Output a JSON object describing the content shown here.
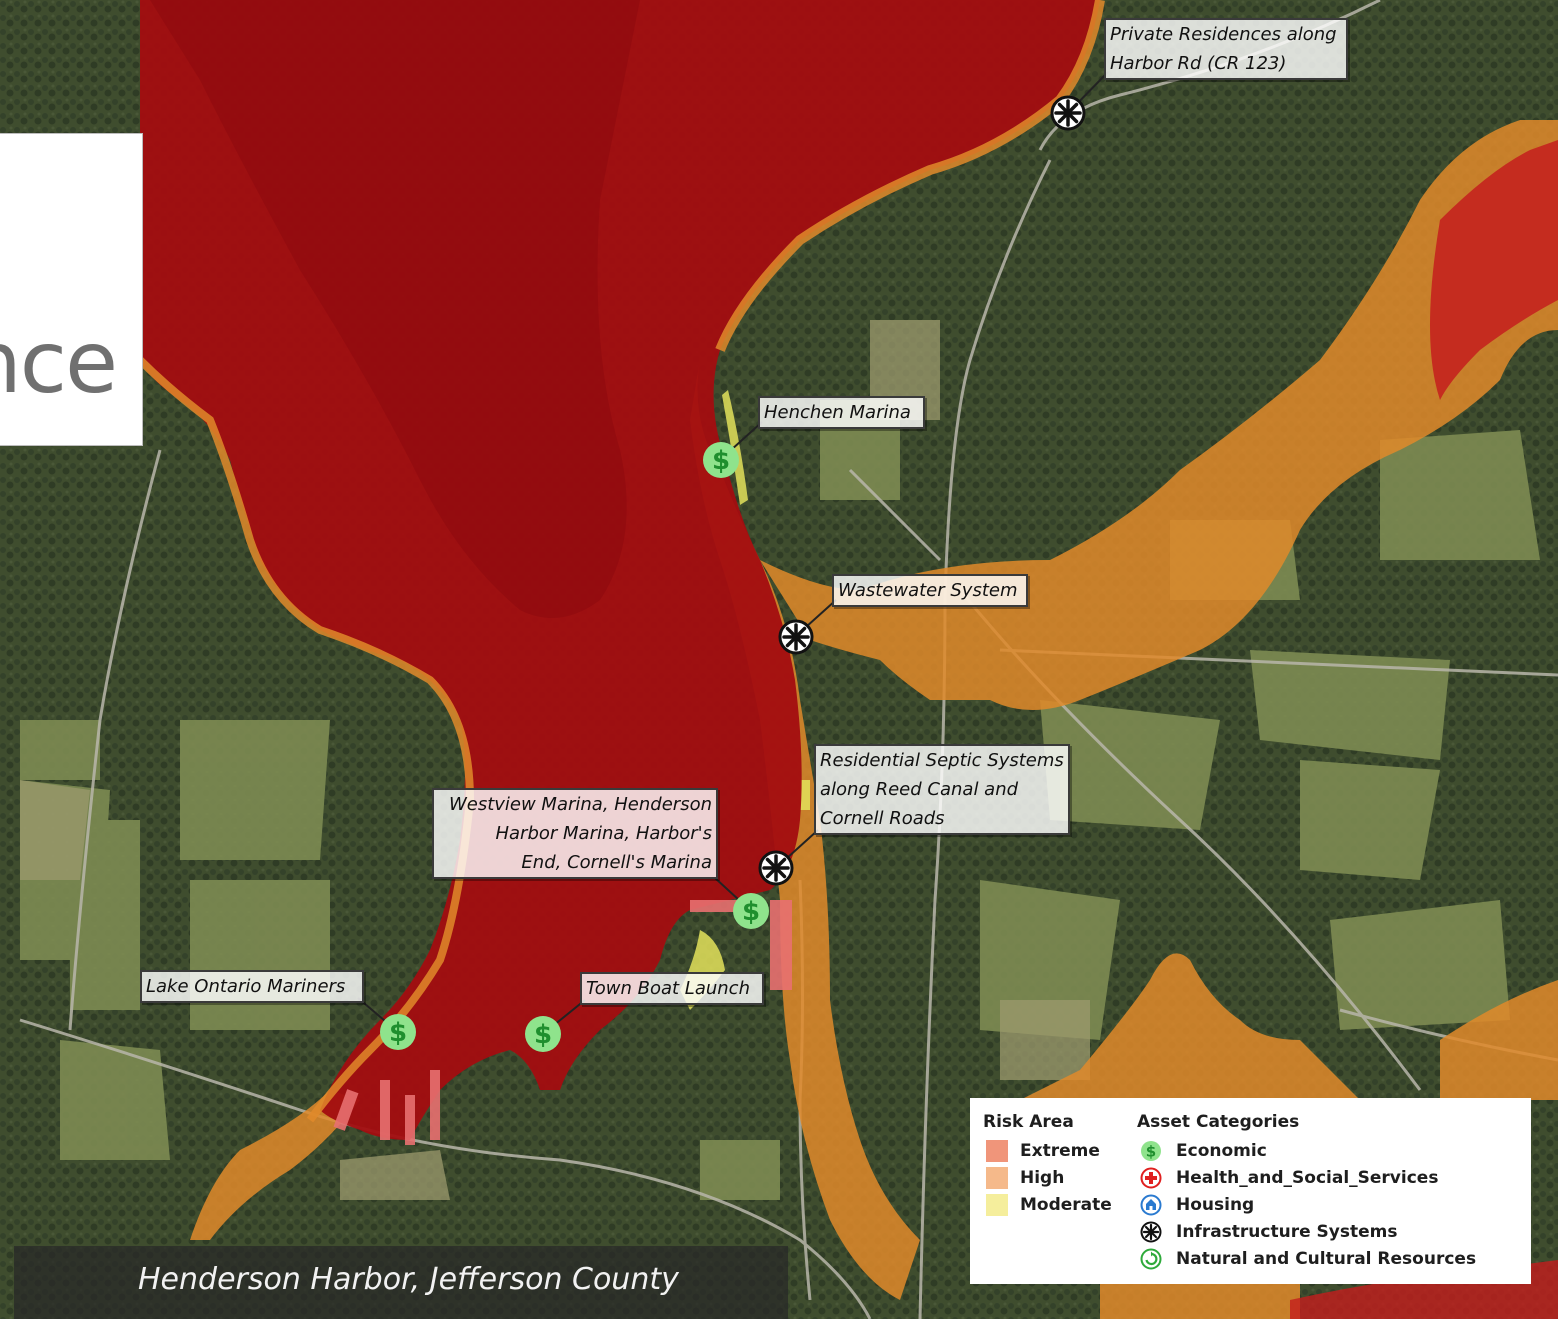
{
  "title_fragment": "nce",
  "caption": "Henderson Harbor, Jefferson County",
  "callouts": {
    "private_residences": [
      "Private Residences along",
      "Harbor Rd (CR 123)"
    ],
    "henchen": [
      "Henchen Marina"
    ],
    "wastewater": [
      "Wastewater System"
    ],
    "septic": [
      "Residential Septic Systems",
      "along Reed Canal and",
      "Cornell Roads"
    ],
    "westview": [
      "Westview Marina, Henderson",
      "Harbor Marina, Harbor's",
      "End, Cornell's Marina"
    ],
    "lake_ontario": [
      "Lake Ontario Mariners"
    ],
    "town_boat": [
      "Town Boat Launch"
    ]
  },
  "legend": {
    "risk_heading": "Risk Area",
    "risk_areas": [
      {
        "label": "Extreme",
        "color": "#f0957a"
      },
      {
        "label": "High",
        "color": "#f5b98a"
      },
      {
        "label": "Moderate",
        "color": "#f5ee9c"
      }
    ],
    "asset_heading": "Asset Categories",
    "assets": [
      {
        "label": "Economic",
        "icon": "dollar-icon",
        "color": "#2eaa3b"
      },
      {
        "label": "Health_and_Social_Services",
        "icon": "red-cross-icon",
        "color": "#e02020"
      },
      {
        "label": "Housing",
        "icon": "house-icon",
        "color": "#2a7ad0"
      },
      {
        "label": "Infrastructure Systems",
        "icon": "asterisk-gear-icon",
        "color": "#111111"
      },
      {
        "label": "Natural and Cultural Resources",
        "icon": "recycle-leaf-icon",
        "color": "#2eaa3b"
      }
    ]
  },
  "colors": {
    "extreme_fill": "#a30d10",
    "high_fill": "#e08a2a",
    "moderate_fill": "#e3e25a",
    "land": "#55613f",
    "forest": "#3b4a2a",
    "field": "#7a8a4e"
  }
}
